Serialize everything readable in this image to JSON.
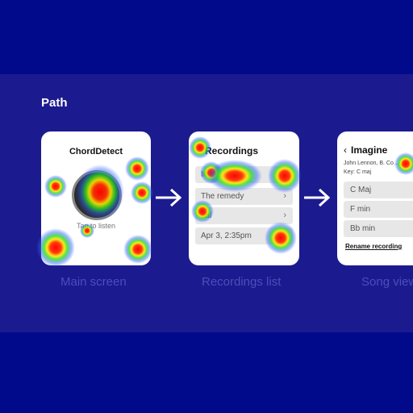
{
  "section": {
    "title": "Path"
  },
  "screens": [
    {
      "caption": "Main screen",
      "app_title": "ChordDetect",
      "tap_label": "Tap to listen"
    },
    {
      "caption": "Recordings list",
      "title": "Recordings",
      "rows": [
        "Im…",
        "The remedy",
        "Ital",
        "Apr 3, 2:35pm"
      ]
    },
    {
      "caption": "Song view",
      "title": "Imagine",
      "back_icon": "chevron-left-icon",
      "artist": "John Lennon, B. Co…",
      "key": "Key: C maj",
      "chords": [
        "C Maj",
        "F min",
        "Bb min"
      ],
      "action": "Rename recording"
    }
  ],
  "colors": {
    "background": "#020a8c",
    "band": "#1c1a8f",
    "caption": "#4b4fb8",
    "card": "#ffffff",
    "row": "#e7e7e7"
  },
  "heatmap_overlay": true
}
